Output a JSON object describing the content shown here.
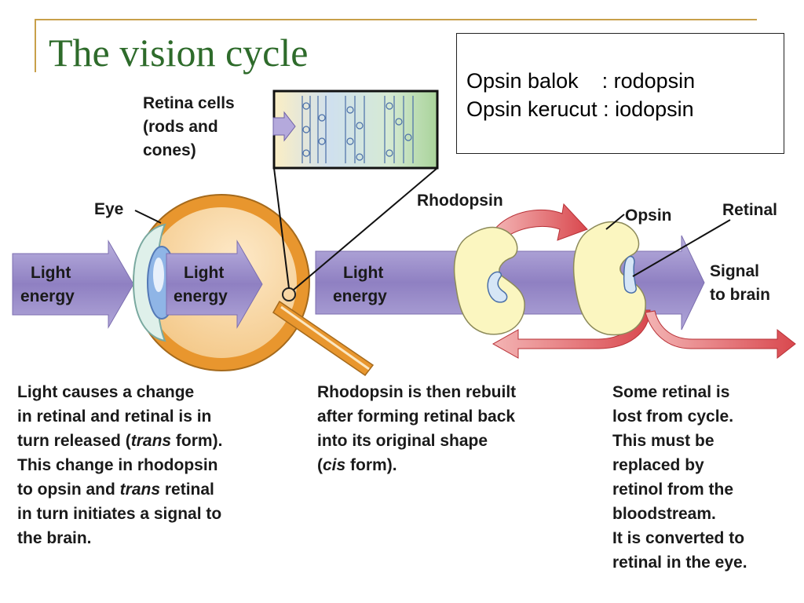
{
  "title": "The vision cycle",
  "info_box": {
    "rows": [
      {
        "term": "Opsin balok",
        "sep": "    : ",
        "value": "rodopsin"
      },
      {
        "term": "Opsin kerucut",
        "sep": " : ",
        "value": "iodopsin"
      }
    ]
  },
  "labels": {
    "retina_cells": [
      "Retina cells",
      "(rods and",
      "cones)"
    ],
    "eye": "Eye",
    "light_energy_1": [
      "Light",
      "energy"
    ],
    "light_energy_2": [
      "Light",
      "energy"
    ],
    "light_energy_3": [
      "Light",
      "energy"
    ],
    "rhodopsin": "Rhodopsin",
    "opsin": "Opsin",
    "retinal": "Retinal",
    "signal_to_brain": [
      "Signal",
      "to brain"
    ]
  },
  "captions": {
    "left": [
      {
        "parts": [
          "Light causes a change"
        ]
      },
      {
        "parts": [
          "in retinal and retinal is in"
        ]
      },
      {
        "parts": [
          "turn released (",
          {
            "i": "trans"
          },
          " form)."
        ]
      },
      {
        "parts": [
          "This change in rhodopsin"
        ]
      },
      {
        "parts": [
          "to opsin and ",
          {
            "i": "trans"
          },
          " retinal"
        ]
      },
      {
        "parts": [
          "in turn initiates a signal to"
        ]
      },
      {
        "parts": [
          "the brain."
        ]
      }
    ],
    "middle": [
      {
        "parts": [
          "Rhodopsin is then rebuilt"
        ]
      },
      {
        "parts": [
          "after forming retinal back"
        ]
      },
      {
        "parts": [
          "into its original shape"
        ]
      },
      {
        "parts": [
          "(",
          {
            "i": "cis"
          },
          " form)."
        ]
      }
    ],
    "right": [
      {
        "parts": [
          "Some retinal is"
        ]
      },
      {
        "parts": [
          "lost from cycle."
        ]
      },
      {
        "parts": [
          "This must be"
        ]
      },
      {
        "parts": [
          "replaced by"
        ]
      },
      {
        "parts": [
          "retinol from the"
        ]
      },
      {
        "parts": [
          "bloodstream."
        ]
      },
      {
        "parts": [
          "It is converted to"
        ]
      },
      {
        "parts": [
          "retinal in the eye."
        ]
      }
    ]
  },
  "colors": {
    "arrow_purple": "#9b8cc8",
    "cycle_red": "#d9484e",
    "eye_orange": "#e8962e",
    "protein_yellow": "#fbf6c0",
    "title_green": "#2e6b2b"
  }
}
